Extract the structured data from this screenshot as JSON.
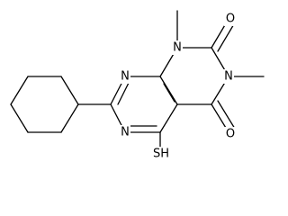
{
  "structure": {
    "atom_labels": {
      "n_top": "N",
      "n_left": "N",
      "n_methyl_top": "N",
      "n_methyl_right": "N",
      "o_top": "O",
      "o_bottom": "O",
      "sh": "SH"
    }
  },
  "colors": {
    "bond": "#000000",
    "background": "#ffffff",
    "label": "#000000"
  }
}
